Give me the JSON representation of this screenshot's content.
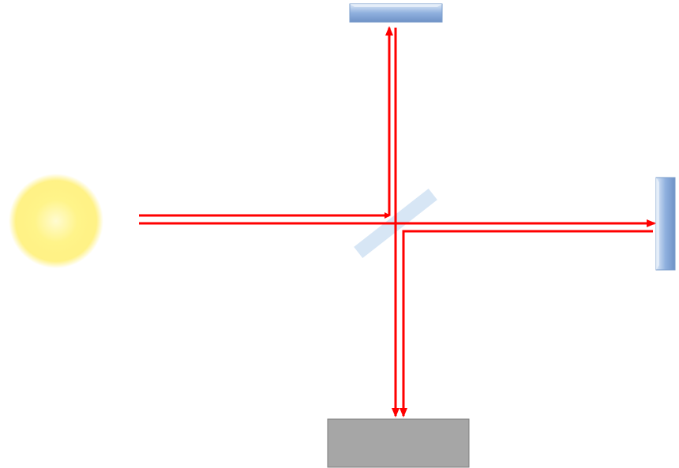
{
  "diagram": {
    "type": "michelson-interferometer",
    "components": [
      {
        "id": "light-source",
        "kind": "light-source",
        "color": "#FFF27A"
      },
      {
        "id": "beam-splitter",
        "kind": "beam-splitter",
        "color": "#C9DDF2"
      },
      {
        "id": "top-mirror",
        "kind": "mirror",
        "color": "#8FB0DE"
      },
      {
        "id": "right-mirror",
        "kind": "mirror",
        "color": "#8FB0DE"
      },
      {
        "id": "detector",
        "kind": "detector",
        "color": "#A6A6A6"
      }
    ],
    "beam_color": "#FF0000",
    "labels": []
  }
}
